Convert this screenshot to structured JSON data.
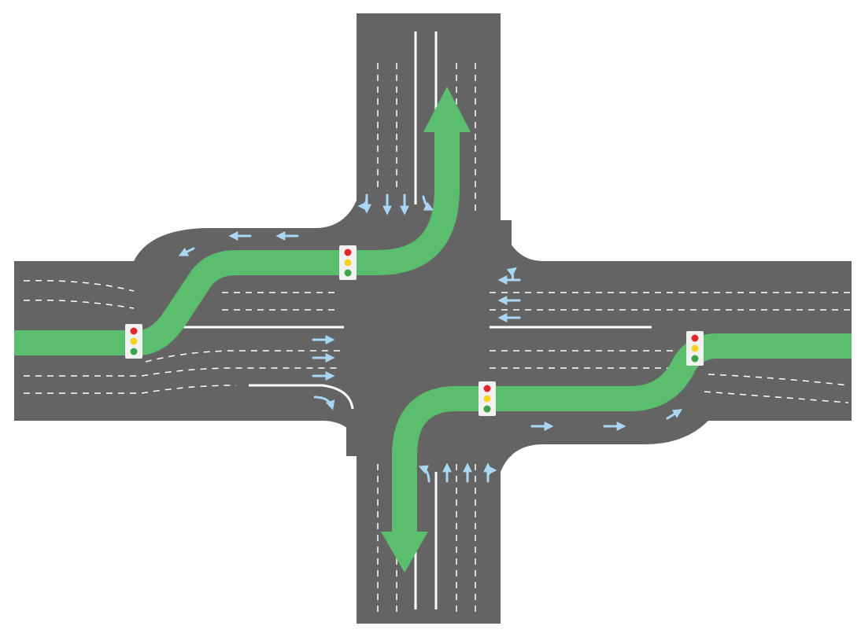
{
  "colors": {
    "background": "#ffffff",
    "asphalt": "#646464",
    "lane_marking": "#ffffff",
    "route": "#5bbd6e",
    "lane_arrow": "#a9d6f2",
    "signal_box": "#f1f1f1",
    "signal_red": "#e3262c",
    "signal_yellow": "#f6d21f",
    "signal_green": "#3aa54a"
  },
  "elements": {
    "roads": [
      "north-road",
      "south-road",
      "west-road",
      "east-road",
      "intersection-core"
    ],
    "routes": [
      "west-to-north-route",
      "east-to-south-route"
    ],
    "route_arrowheads": [
      "north-arrowhead",
      "south-arrowhead"
    ],
    "traffic_lights": [
      "west-entry-signal",
      "north-approach-signal",
      "east-entry-signal",
      "south-approach-signal"
    ],
    "lane_arrow_groups": [
      "north-approach-lane-arrows",
      "south-approach-lane-arrows",
      "west-approach-lane-arrows",
      "east-approach-lane-arrows",
      "westbound-bay-arrows",
      "eastbound-bay-arrows"
    ]
  },
  "signals": [
    {
      "name": "west-entry-signal",
      "lamps": [
        "red",
        "yellow",
        "green"
      ]
    },
    {
      "name": "north-approach-signal",
      "lamps": [
        "red",
        "yellow",
        "green"
      ]
    },
    {
      "name": "east-entry-signal",
      "lamps": [
        "red",
        "yellow",
        "green"
      ]
    },
    {
      "name": "south-approach-signal",
      "lamps": [
        "red",
        "yellow",
        "green"
      ]
    }
  ]
}
